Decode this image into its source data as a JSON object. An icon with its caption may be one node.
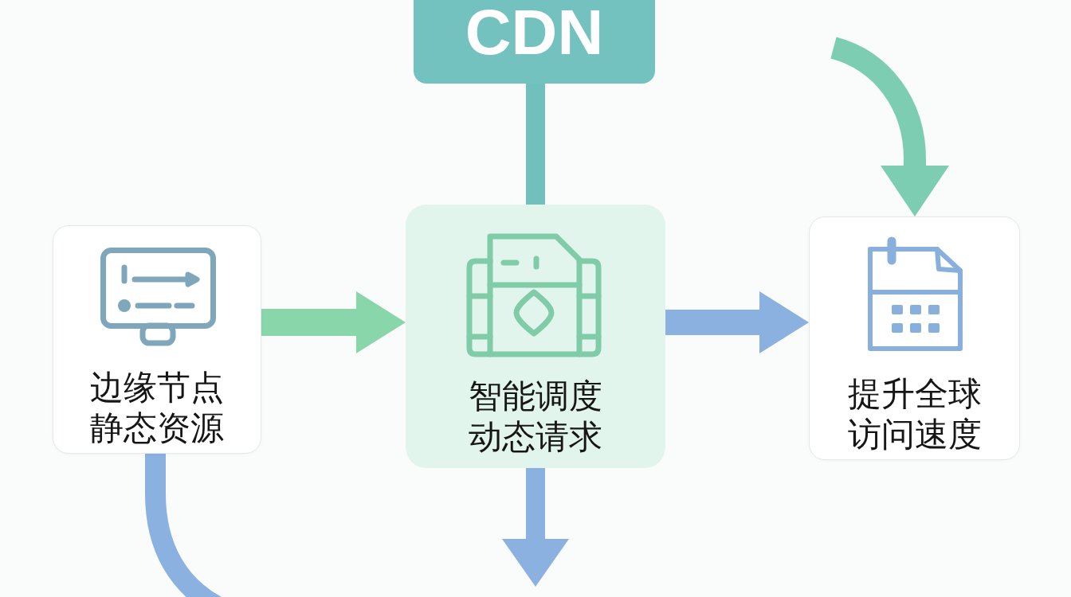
{
  "diagram": {
    "nodes": [
      {
        "text": [
          "CDN"
        ]
      },
      {
        "text": [
          "边缘节点静态资源"
        ]
      },
      {
        "text": [
          "智能调度动态请求"
        ]
      },
      {
        "text": [
          "提升全球访问速度"
        ]
      }
    ],
    "edges": [
      {
        "from": 0,
        "to": 2,
        "arrow": "none",
        "color": "#72c0bd"
      },
      {
        "from": 1,
        "to": 2,
        "arrow": "to",
        "color": "#88d6aa"
      },
      {
        "from": 2,
        "to": 3,
        "arrow": "to"
      },
      {
        "from": 2,
        "to": null,
        "arrow": "to"
      },
      {
        "from": 1,
        "to": null,
        "arrow": "none"
      },
      {
        "from": null,
        "to": 3,
        "arrow": "to",
        "color": "#7dcdb3"
      }
    ]
  }
}
